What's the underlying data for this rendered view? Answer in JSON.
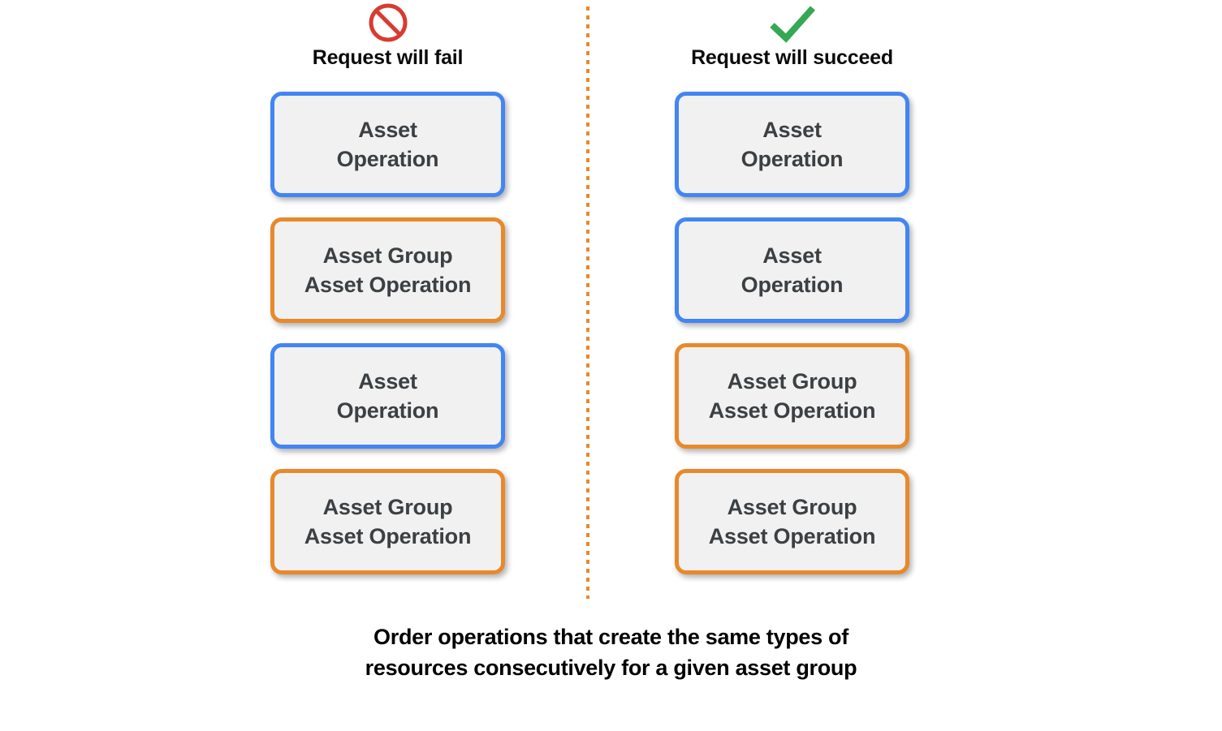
{
  "colors": {
    "blue_border": "#4285F4",
    "orange_border": "#E8892B",
    "box_fill": "#F1F1F1",
    "box_text": "#3C4043",
    "fail_icon": "#D93B30",
    "succeed_icon": "#34A853",
    "divider": "#E8892B",
    "background": "#FFFFFF"
  },
  "columns": [
    {
      "id": "fail",
      "title": "Request will fail",
      "icon": "prohibition-icon",
      "boxes": [
        {
          "label": "Asset\nOperation",
          "type": "blue"
        },
        {
          "label": "Asset Group\nAsset Operation",
          "type": "orange"
        },
        {
          "label": "Asset\nOperation",
          "type": "blue"
        },
        {
          "label": "Asset Group\nAsset Operation",
          "type": "orange"
        }
      ]
    },
    {
      "id": "succeed",
      "title": "Request will succeed",
      "icon": "checkmark-icon",
      "boxes": [
        {
          "label": "Asset\nOperation",
          "type": "blue"
        },
        {
          "label": "Asset\nOperation",
          "type": "blue"
        },
        {
          "label": "Asset Group\nAsset Operation",
          "type": "orange"
        },
        {
          "label": "Asset Group\nAsset Operation",
          "type": "orange"
        }
      ]
    }
  ],
  "caption": "Order operations that create the same types of\nresources consecutively for a given asset group"
}
